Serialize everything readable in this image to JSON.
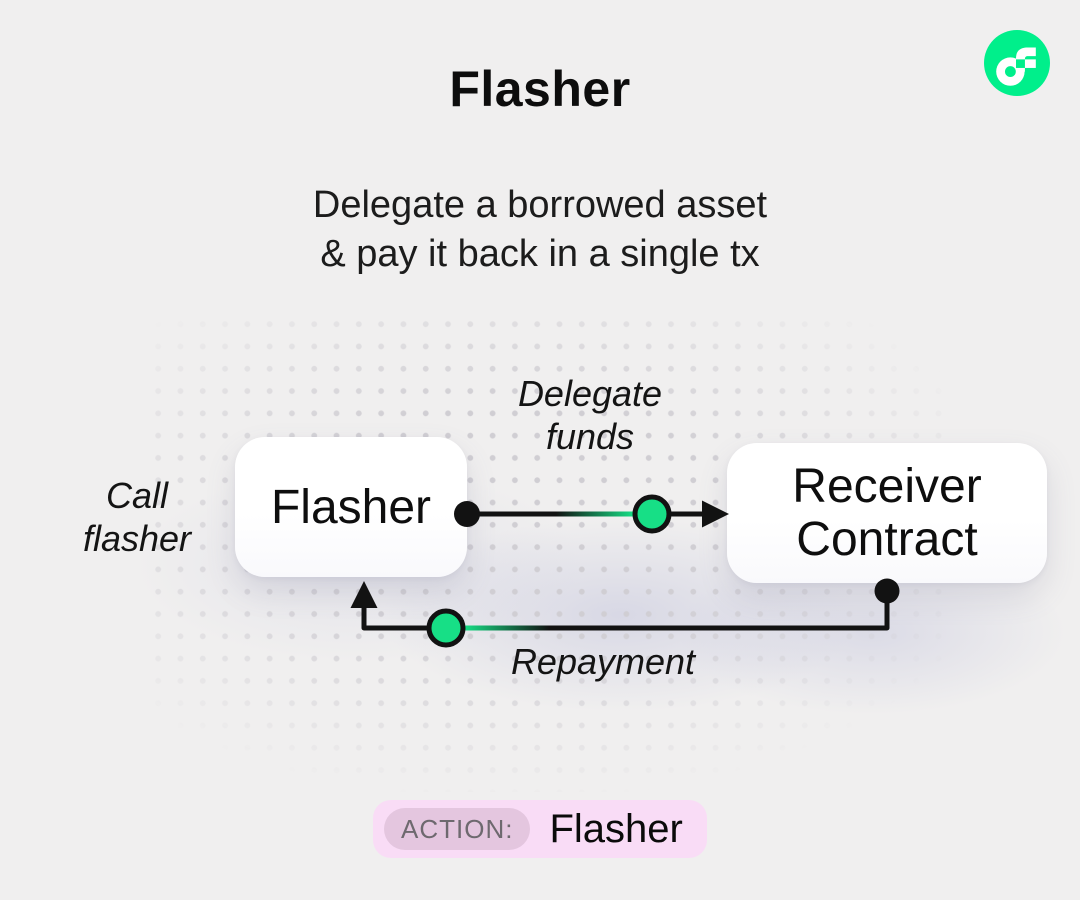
{
  "header": {
    "title": "Flasher",
    "subtitle_line1": "Delegate a borrowed asset",
    "subtitle_line2": "& pay it back in a single tx",
    "logo_icon": "flow-logo"
  },
  "diagram": {
    "call_label": {
      "line1": "Call",
      "line2": "flasher"
    },
    "delegate_label": {
      "line1": "Delegate",
      "line2": "funds"
    },
    "repayment_label": "Repayment",
    "flasher_node_label": "Flasher",
    "receiver_node": {
      "line1": "Receiver",
      "line2": "Contract"
    }
  },
  "footer": {
    "action_label": "ACTION:",
    "action_value": "Flasher"
  },
  "colors": {
    "bg": "#F0EFEF",
    "line": "#121212",
    "token_green": "#17DF86",
    "flow_green": "#00EF8B",
    "badge_pink": "#F9DCF6",
    "chip_pink": "#E4C6DF",
    "chip_text": "#6E696F",
    "dot_gray": "#D0CED3"
  }
}
